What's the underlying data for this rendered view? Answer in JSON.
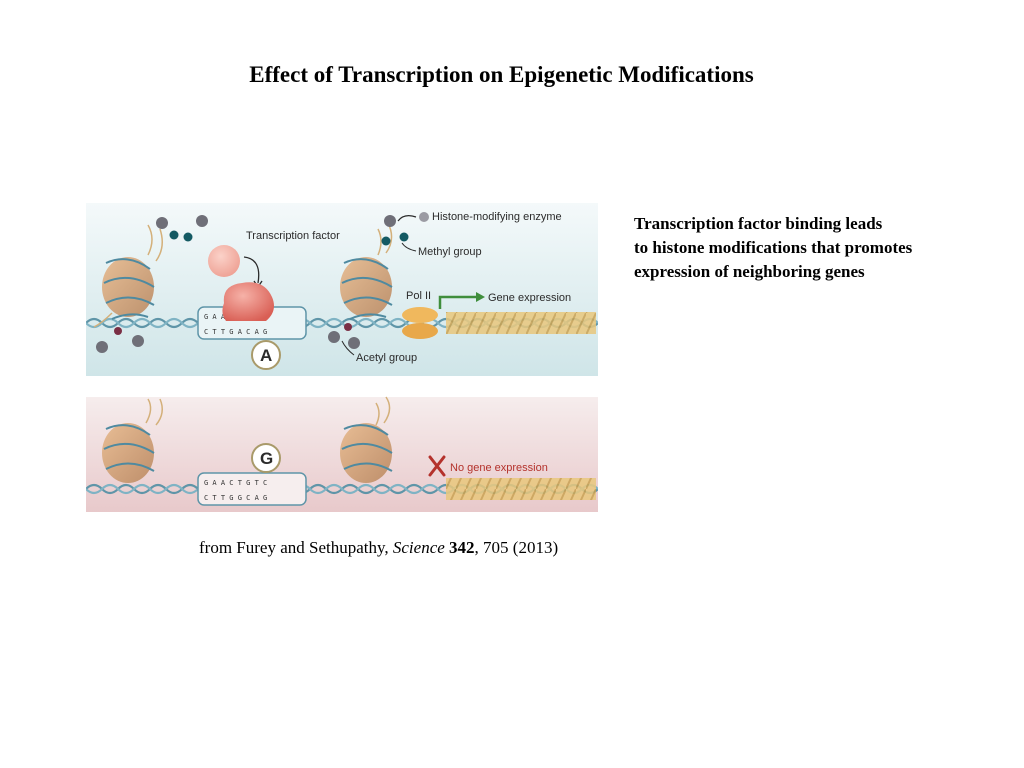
{
  "title": "Effect of Transcription on Epigenetic Modifications",
  "side_caption": {
    "lines": [
      "Transcription factor binding leads",
      "to histone modifications that promotes",
      "expression of neighboring genes"
    ]
  },
  "figure": {
    "panel_top": {
      "allele": "A",
      "labels": {
        "transcription_factor": "Transcription factor",
        "histone_enzyme": "Histone-modifying enzyme",
        "methyl_group": "Methyl group",
        "pol": "Pol II",
        "gene_expression": "Gene expression",
        "acetyl_group": "Acetyl group"
      },
      "bases_top": "G A A C T G T C",
      "bases_bottom": "C T T G A C A G"
    },
    "panel_bottom": {
      "allele": "G",
      "labels": {
        "no_gene_expression": "No gene expression"
      },
      "bases_top": "G A A C T G T C",
      "bases_bottom": "C T T G G C A G"
    },
    "colors": {
      "top_background": "#dcecee",
      "bottom_background": "#f0dadb",
      "dna_strand": "#5f95a8",
      "transcription_factor": "#e57d72",
      "gene_region": "#e9c77c",
      "arrow_green": "#3f8e3c",
      "no_expression_red": "#b4322c"
    }
  },
  "citation": {
    "prefix": "from Furey and Sethupathy, ",
    "journal": "Science",
    "volume": "342",
    "suffix": ", 705 (2013)"
  }
}
